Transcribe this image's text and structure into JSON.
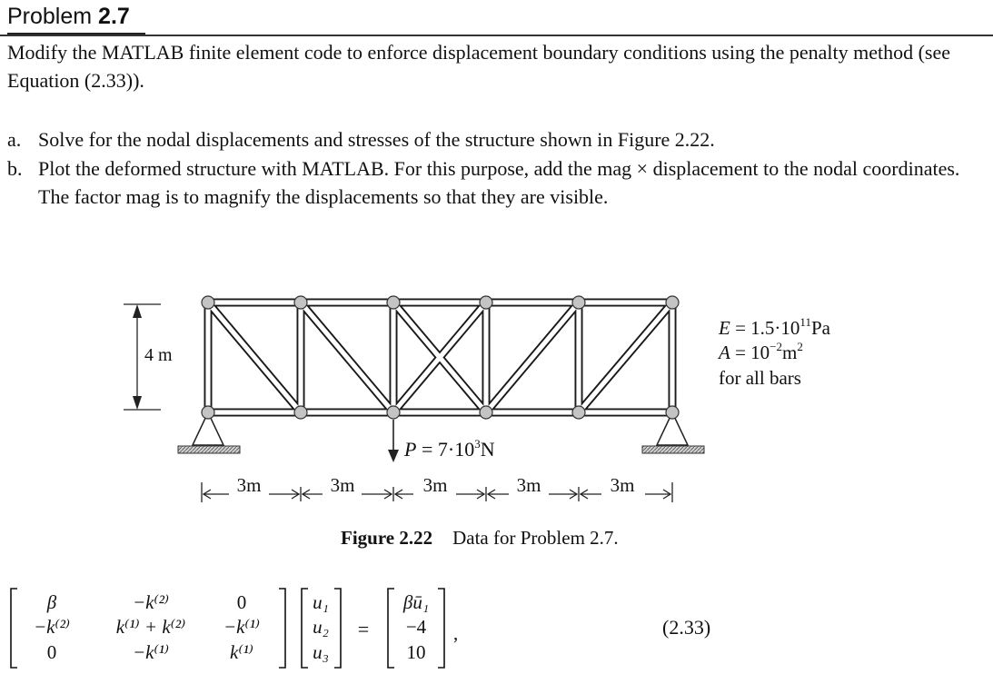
{
  "problem": {
    "heading_word": "Problem",
    "heading_number": "2.7",
    "intro": "Modify the MATLAB finite element code to enforce displacement boundary conditions using the penalty method (see Equation (2.33)).",
    "items": [
      {
        "label": "a.",
        "text": "Solve for the nodal displacements and stresses of the structure shown in Figure 2.22."
      },
      {
        "label": "b.",
        "text": "Plot the deformed structure with MATLAB. For this purpose, add the mag × displacement to the nodal coordinates. The factor mag is to magnify the displacements so that they are visible."
      }
    ]
  },
  "figure": {
    "height_label": "4 m",
    "span_labels": [
      "3m",
      "3m",
      "3m",
      "3m",
      "3m"
    ],
    "load_symbol": "P",
    "load_equals": "=",
    "load_value": "7·10",
    "load_exponent": "3",
    "load_unit": "N",
    "props": {
      "E_label": "E",
      "equals": "=",
      "E_value": "1.5·10",
      "E_exponent": "11",
      "E_unit": "Pa",
      "A_label": "A",
      "A_value": "10",
      "A_exponent": "−2",
      "A_unit": "m",
      "A_unit_exponent": "2",
      "note": "for all bars"
    },
    "caption_label": "Figure 2.22",
    "caption_text": "Data for Problem 2.7."
  },
  "equation": {
    "matrix": [
      [
        "β",
        "−k⁽²⁾",
        "0"
      ],
      [
        "−k⁽²⁾",
        "k⁽¹⁾ + k⁽²⁾",
        "−k⁽¹⁾"
      ],
      [
        "0",
        "−k⁽¹⁾",
        "k⁽¹⁾"
      ]
    ],
    "unknowns": [
      "u₁",
      "u₂",
      "u₃"
    ],
    "equals": "=",
    "rhs": [
      "βū₁",
      "−4",
      "10"
    ],
    "comma": ",",
    "number": "(2.33)"
  }
}
